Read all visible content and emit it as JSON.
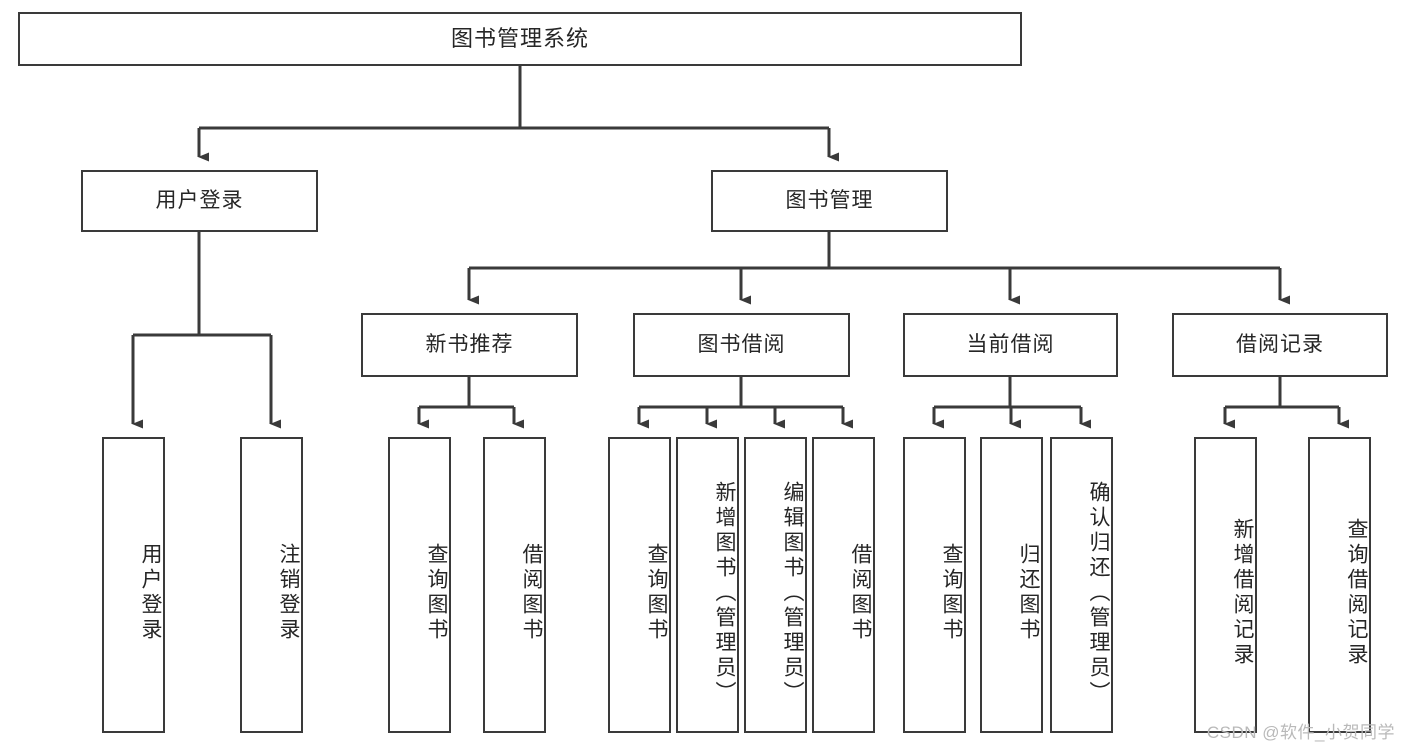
{
  "diagram": {
    "type": "tree-hierarchy-chart",
    "title": "图书管理系统",
    "stroke_color": "#3a3a3a",
    "text_color": "#262626",
    "background_color": "#ffffff",
    "root": {
      "id": "root",
      "label": "图书管理系统"
    },
    "level2": [
      {
        "id": "user-login",
        "label": "用户登录"
      },
      {
        "id": "book-manage",
        "label": "图书管理"
      }
    ],
    "level3": [
      {
        "id": "new-book-recommend",
        "label": "新书推荐",
        "parent": "book-manage"
      },
      {
        "id": "book-borrow",
        "label": "图书借阅",
        "parent": "book-manage"
      },
      {
        "id": "current-borrow",
        "label": "当前借阅",
        "parent": "book-manage"
      },
      {
        "id": "borrow-record",
        "label": "借阅记录",
        "parent": "book-manage"
      }
    ],
    "leaves": [
      {
        "id": "leaf-user-login",
        "label": "用户登录",
        "parent": "user-login"
      },
      {
        "id": "leaf-logout-login",
        "label": "注销登录",
        "parent": "user-login"
      },
      {
        "id": "leaf-query-book-1",
        "label": "查询图书",
        "parent": "new-book-recommend"
      },
      {
        "id": "leaf-borrow-book-1",
        "label": "借阅图书",
        "parent": "new-book-recommend"
      },
      {
        "id": "leaf-query-book-2",
        "label": "查询图书",
        "parent": "book-borrow"
      },
      {
        "id": "leaf-add-book",
        "label": "新增图书（管理员）",
        "parent": "book-borrow"
      },
      {
        "id": "leaf-edit-book",
        "label": "编辑图书（管理员）",
        "parent": "book-borrow"
      },
      {
        "id": "leaf-borrow-book-2",
        "label": "借阅图书",
        "parent": "book-borrow"
      },
      {
        "id": "leaf-query-book-3",
        "label": "查询图书",
        "parent": "current-borrow"
      },
      {
        "id": "leaf-return-book",
        "label": "归还图书",
        "parent": "current-borrow"
      },
      {
        "id": "leaf-confirm-return",
        "label": "确认归还（管理员）",
        "parent": "current-borrow"
      },
      {
        "id": "leaf-add-record",
        "label": "新增借阅记录",
        "parent": "borrow-record"
      },
      {
        "id": "leaf-query-record",
        "label": "查询借阅记录",
        "parent": "borrow-record"
      }
    ]
  },
  "watermark": {
    "text": "CSDN @软件_小贺同学",
    "color": "#b9b9b9"
  }
}
